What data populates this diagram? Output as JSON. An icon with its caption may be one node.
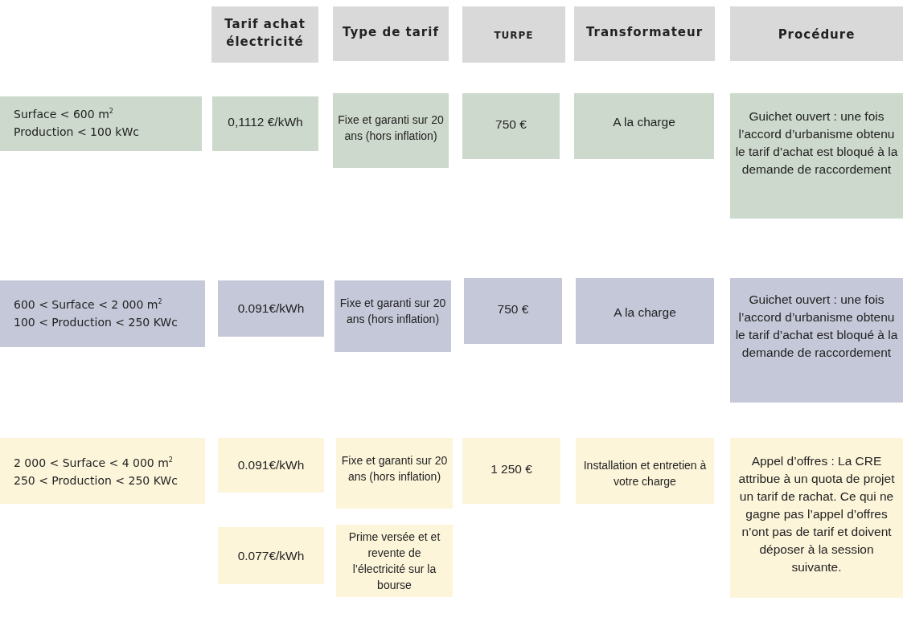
{
  "diagram": {
    "nodes": [
      {
        "text": [
          "Tarif achat électricité"
        ]
      },
      {
        "text": [
          "Type de tarif"
        ]
      },
      {
        "text": [
          "TURPE"
        ]
      },
      {
        "text": [
          "Transformateur"
        ]
      },
      {
        "text": [
          "Procédure"
        ]
      },
      {
        "text": [
          "Surface <  600 m$^{2}$",
          "Production < 100 kWc"
        ]
      },
      {
        "text": [
          "0,1112 €/kWh"
        ]
      },
      {
        "text": [
          "Fixe et garanti sur 20 ans (hors inflation)"
        ]
      },
      {
        "text": [
          "750 €"
        ]
      },
      {
        "text": [
          "A la charge"
        ]
      },
      {
        "text": [
          "Guichet ouvert : une fois l’accord d’urbanisme obtenu le tarif d’achat est bloqué à la demande de raccordement"
        ]
      },
      {
        "text": [
          "600 < Surface < 2 000 m$^{2}$",
          "100 < Production < 250 KWc"
        ]
      },
      {
        "text": [
          "0.091€/kWh"
        ]
      },
      {
        "text": [
          "Fixe et garanti sur 20 ans (hors inflation)"
        ]
      },
      {
        "text": [
          "750 €"
        ]
      },
      {
        "text": [
          "A la charge"
        ]
      },
      {
        "text": [
          "Guichet ouvert : une fois l’accord d’urbanisme obtenu le tarif d’achat est bloqué à la demande de raccordement"
        ]
      },
      {
        "text": [
          "2 000 < Surface < 4 000 m$^{2}$",
          "250  < Production < 250 KWc"
        ]
      },
      {
        "text": [
          "0.091€/kWh"
        ]
      },
      {
        "text": [
          "Fixe et garanti sur 20 ans (hors inflation)"
        ]
      },
      {
        "text": [
          "1 250 €"
        ]
      },
      {
        "text": [
          "Installation et entretien à votre charge"
        ]
      },
      {
        "text": [
          "Appel d’offres : La CRE attribue à un quota de projet un tarif de rachat. Ce qui ne gagne pas l’appel d’offres n’ont pas de tarif et doivent déposer à la session suivante."
        ]
      },
      {
        "text": [
          "0.077€/kWh"
        ]
      },
      {
        "text": [
          "Prime versée et et revente de l’électricité sur la bourse"
        ]
      }
    ]
  }
}
